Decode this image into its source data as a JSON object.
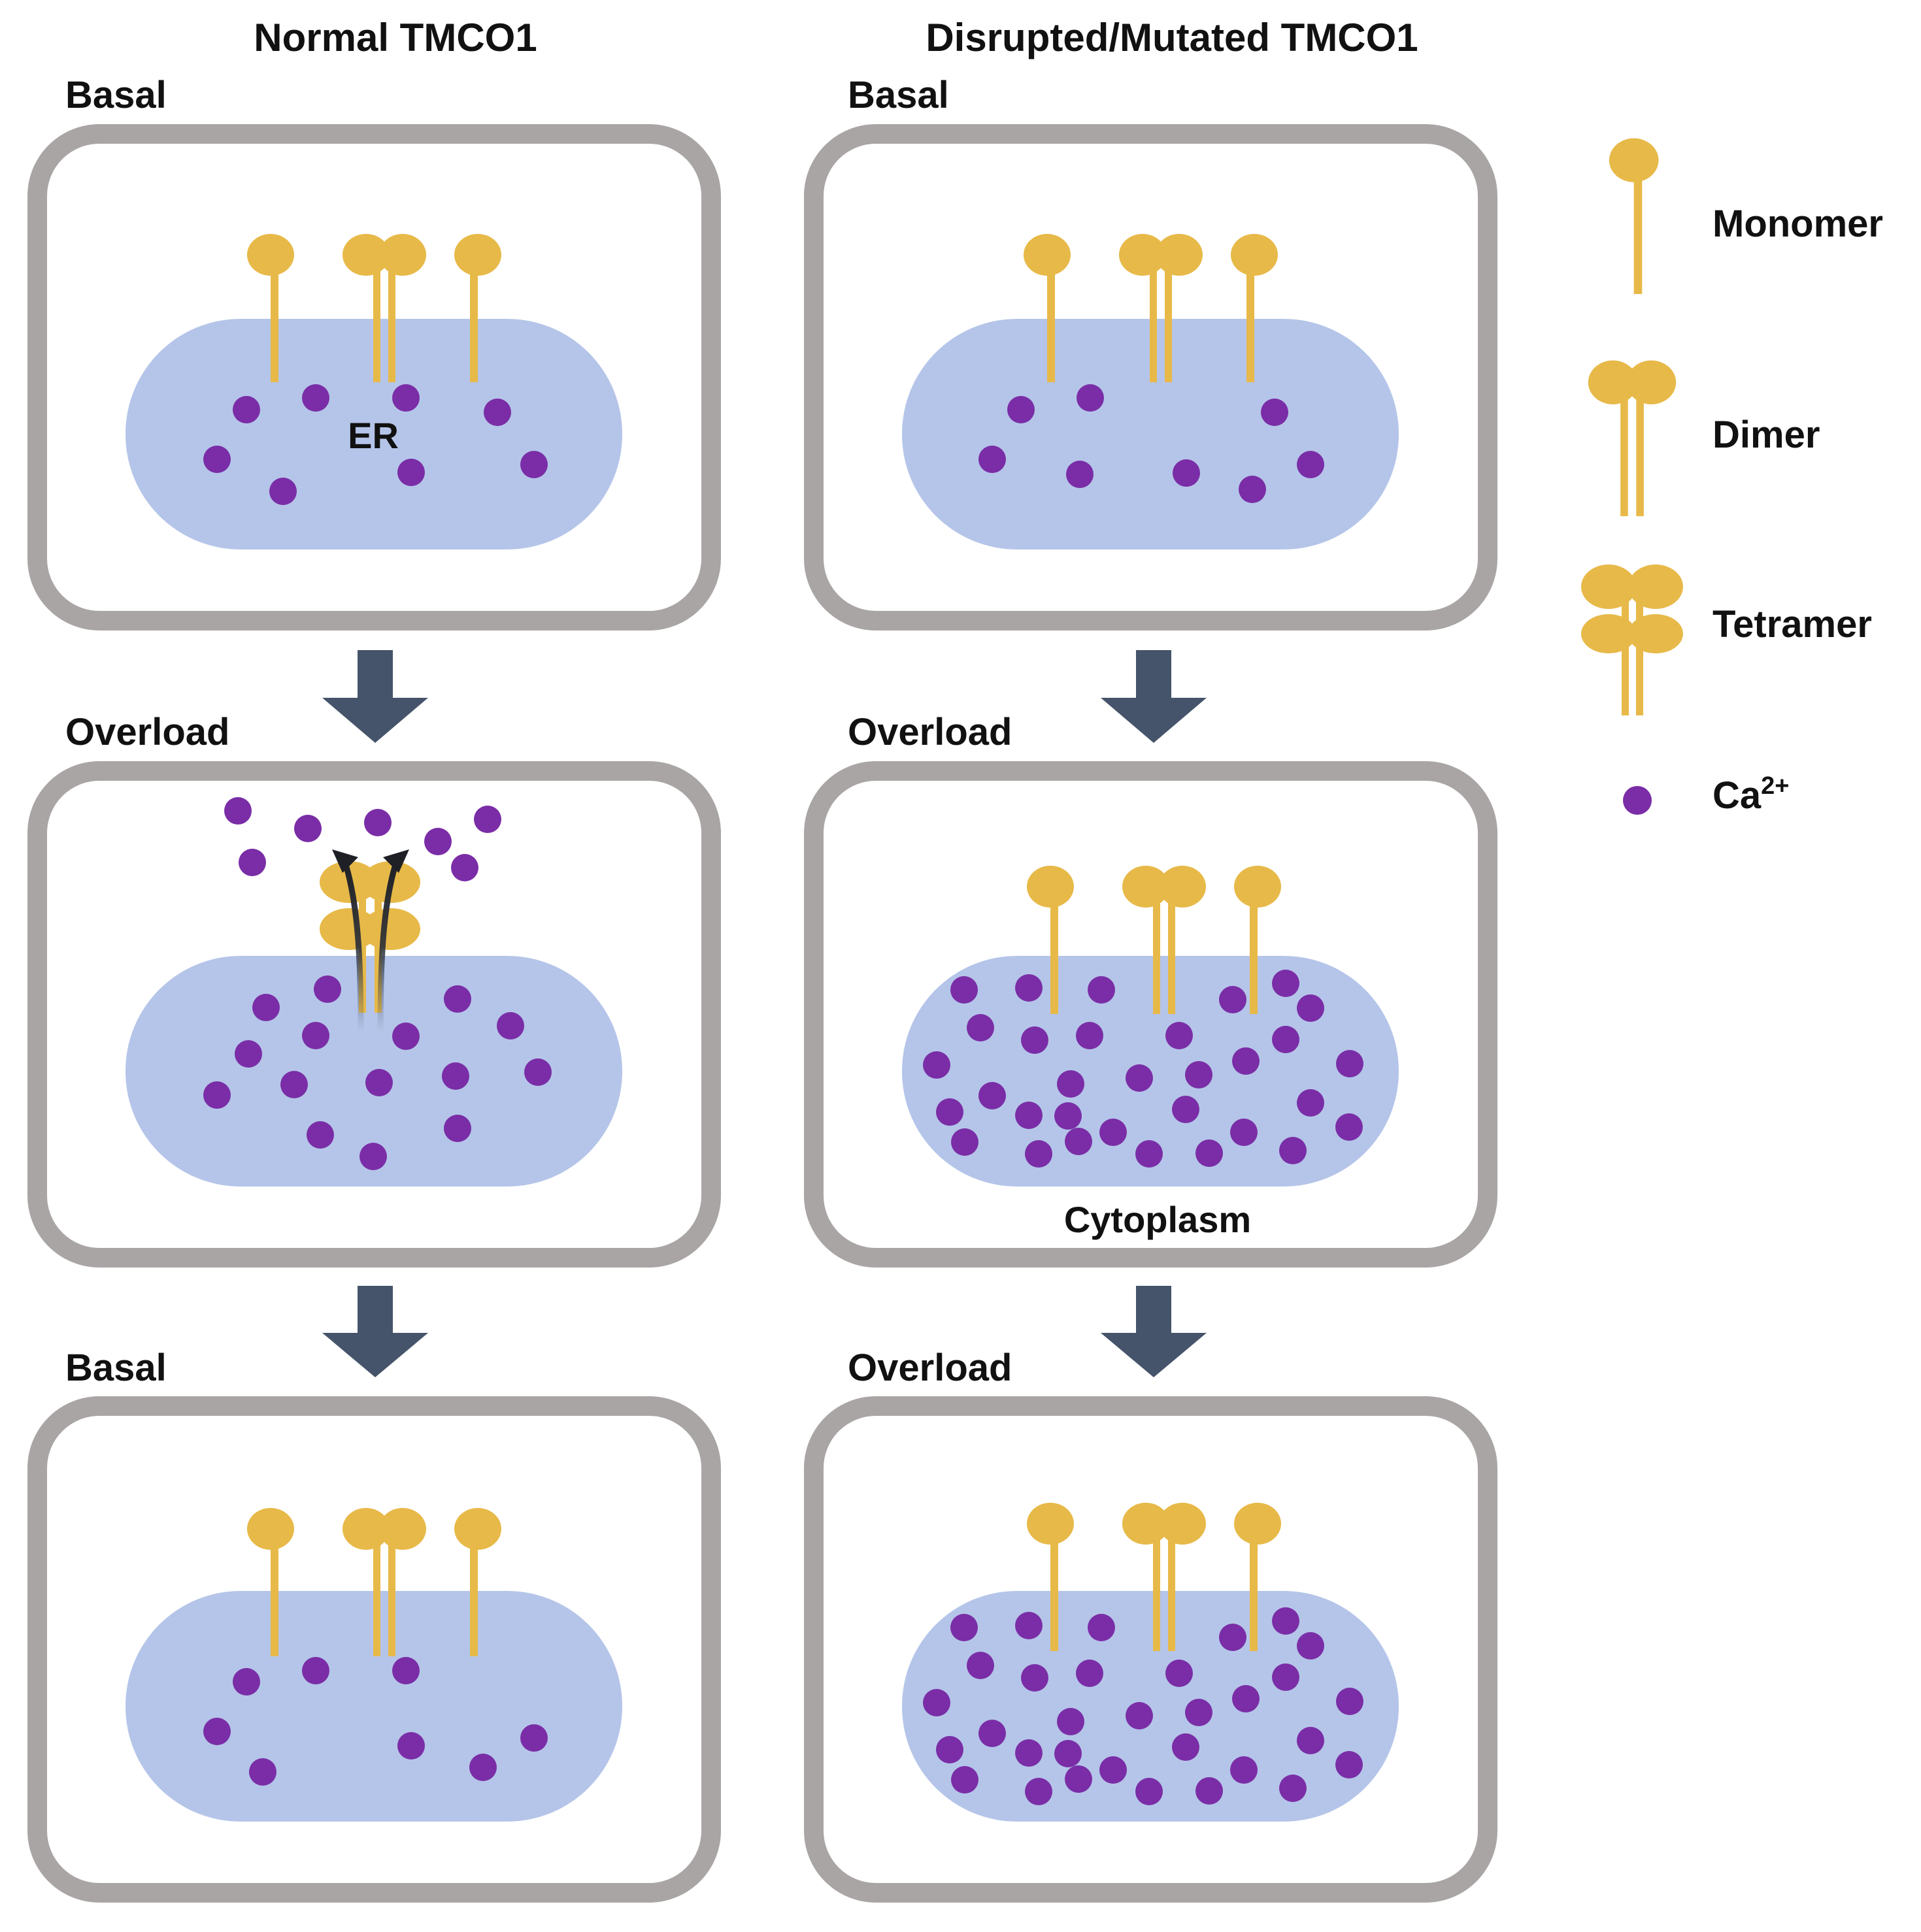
{
  "columns": {
    "normal": "Normal TMCO1",
    "mutated": "Disrupted/Mutated TMCO1"
  },
  "panels": [
    {
      "id": "normal-1",
      "state": "Basal"
    },
    {
      "id": "normal-2",
      "state": "Overload"
    },
    {
      "id": "normal-3",
      "state": "Basal"
    },
    {
      "id": "mutated-1",
      "state": "Basal"
    },
    {
      "id": "mutated-2",
      "state": "Overload"
    },
    {
      "id": "mutated-3",
      "state": "Overload"
    }
  ],
  "labels": {
    "er": "ER",
    "cytoplasm": "Cytoplasm"
  },
  "legend": {
    "monomer": "Monomer",
    "dimer": "Dimer",
    "tetramer": "Tetramer",
    "calcium_base": "Ca",
    "calcium_charge": "2+"
  },
  "colors": {
    "cell_border": "#aaa5a5",
    "er": "#b5c5e9",
    "protein": "#e7b948",
    "calcium": "#7a2da6",
    "arrow": "#45546a"
  }
}
